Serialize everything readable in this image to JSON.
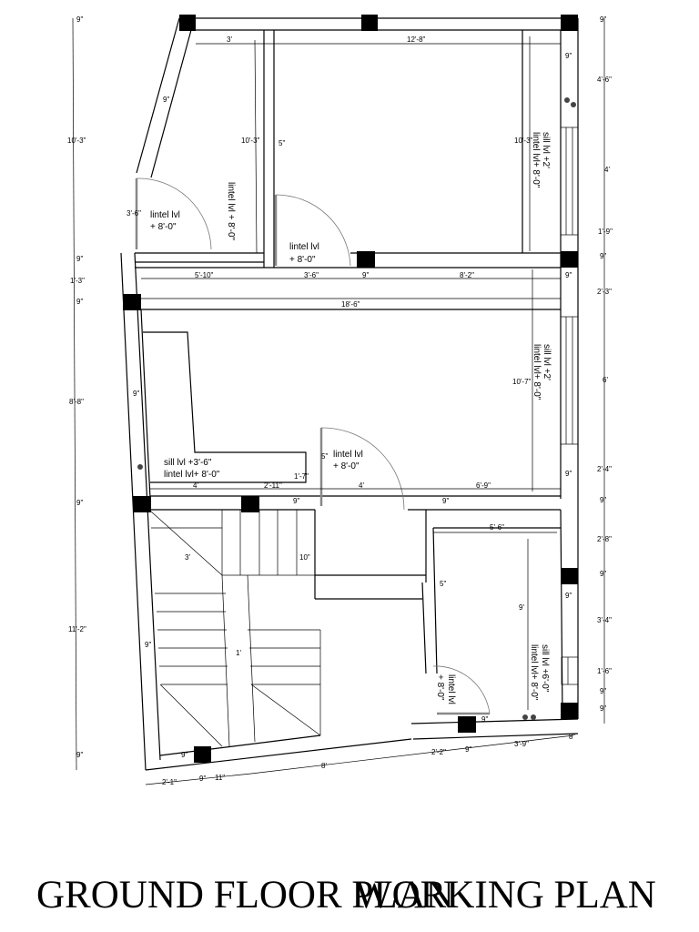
{
  "title": {
    "overlay_a": "GROUND FLOOR PLAN",
    "overlay_b": "WORKING PLAN"
  },
  "dimensions": {
    "top_3": "3'",
    "top_12_8": "12'-8\"",
    "nine_top_right": "9\"",
    "nine_slant": "9\"",
    "ten_3_left_room": "10'-3\"",
    "five_top": "5\"",
    "ten_3_right": "10'-3\"",
    "three_6_door": "3'-6\"",
    "five_10": "5'-10\"",
    "three_6_mid": "3'-6\"",
    "nine_mid": "9\"",
    "eight_2": "8'-2\"",
    "nine_right_mid": "9\"",
    "eighteen_6": "18'-6\"",
    "ten_7": "10'-7\"",
    "nine_left_wall": "9\"",
    "four_left": "4'",
    "two_11": "2'-11\"",
    "one_7": "1'-7\"",
    "five_small": "5\"",
    "four_center": "4'",
    "six_9": "6'-9\"",
    "nine_right_low": "9\"",
    "nine_stair_top": "9\"",
    "nine_kitchen": "9\"",
    "three_stair": "3'",
    "ten_in": "10\"",
    "five_6": "5'-6\"",
    "five_bath": "5\"",
    "nine_vert_bath": "9'",
    "nine_right_bath": "9\"",
    "nine_stair_left": "9\"",
    "one_stair": "1'",
    "nine_bottom_door": "9\"",
    "nine_bottom_left": "9\"",
    "eight_bottom": "8'",
    "two_2": "2'-2\"",
    "nine_bottom_mid": "9\"",
    "three_9": "3'-9\"",
    "eight_in": "8\"",
    "two_1": "2'-1\"",
    "nine_bl2": "9\"",
    "eleven_in": "11\"",
    "left": [
      "9\"",
      "10'-3\"",
      "9\"",
      "1'-3\"",
      "9\"",
      "8'-8\"",
      "9\"",
      "11'-2\"",
      "9\""
    ],
    "right": [
      "9\"",
      "4'-6\"",
      "4'",
      "1'-9\"",
      "9\"",
      "2'-3\"",
      "6'",
      "2'-4\"",
      "9\"",
      "2'-8\"",
      "9\"",
      "3'-4\"",
      "1'-6\"",
      "9\"",
      "9\""
    ]
  },
  "notes": {
    "door1_a": "lintel lvl",
    "door1_b": "+ 8'-0\"",
    "wall_vert": "lintel lvl + 8'-0\"",
    "door2_a": "lintel lvl",
    "door2_b": "+ 8'-0\"",
    "win_top_a": "sill lvl +2'",
    "win_top_b": "lintel lvl+ 8'-0\"",
    "win_mid_a": "sill lvl +2'",
    "win_mid_b": "lintel lvl+ 8'-0\"",
    "kitchen_a": "sill lvl   +3'-6\"",
    "kitchen_b": "lintel lvl+ 8'-0\"",
    "door3_a": "lintel lvl",
    "door3_b": "+ 8'-0\"",
    "door4_a": "lintel lvl",
    "door4_b": "+ 8'-0\"",
    "win_bath_a": "sill lvl    +6'-0\"",
    "win_bath_b": "lintel lvl+ 8'-0\""
  }
}
